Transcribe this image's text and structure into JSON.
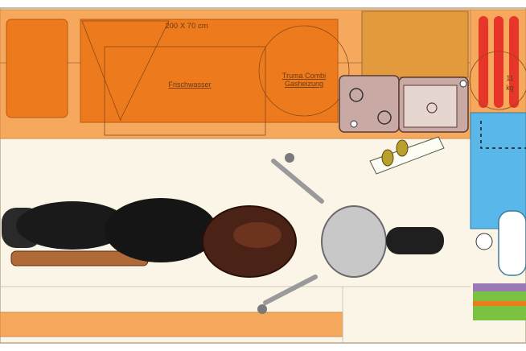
{
  "labels": {
    "dimensions": "200 X 70 cm",
    "fresh_water": "Frischwasser",
    "heater_line1": "Truma Combi",
    "heater_line2": "Gasheizung",
    "gas_value": "11",
    "gas_unit": "kg"
  },
  "colors": {
    "floor": "#fbf5e8",
    "counter": "#f6a85c",
    "orange": "#ee7a1e",
    "cork": "#e39a3c",
    "red": "#e8352a",
    "blue": "#5ab7ea",
    "stove": "#c9a9a3",
    "green": "#7cc242",
    "purple": "#9a79b7"
  },
  "items": {
    "motorcycle": "motorcycle",
    "stove": "gas-stove",
    "sink": "sink",
    "toilet": "toilet"
  }
}
